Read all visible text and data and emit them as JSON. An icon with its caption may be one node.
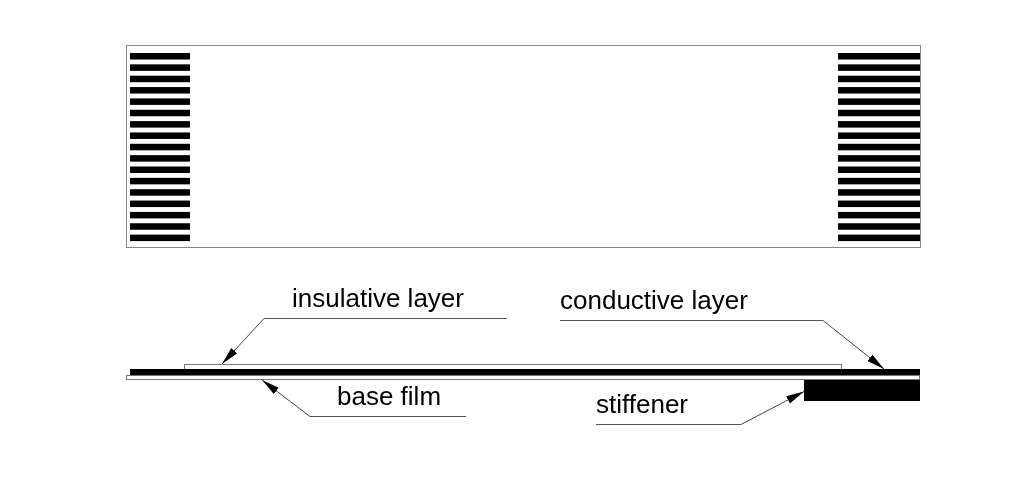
{
  "diagram": {
    "nodes": [
      {
        "text": [
          "insulative layer"
        ]
      },
      {
        "text": [
          "conductive layer"
        ]
      },
      {
        "text": [
          "base film"
        ]
      },
      {
        "text": [
          "stiffener"
        ]
      },
      {
        "text": [],
        "shape": "box"
      },
      {
        "text": [],
        "shape": "bar"
      },
      {
        "text": [],
        "shape": "box"
      },
      {
        "text": [],
        "shape": "bar"
      }
    ],
    "edges": [
      {
        "from": 0,
        "to": 4,
        "arrow": "to"
      },
      {
        "from": 1,
        "to": 5,
        "arrow": "to"
      },
      {
        "from": 2,
        "to": 6,
        "arrow": "to"
      },
      {
        "from": 3,
        "to": 7,
        "arrow": "to"
      }
    ]
  }
}
